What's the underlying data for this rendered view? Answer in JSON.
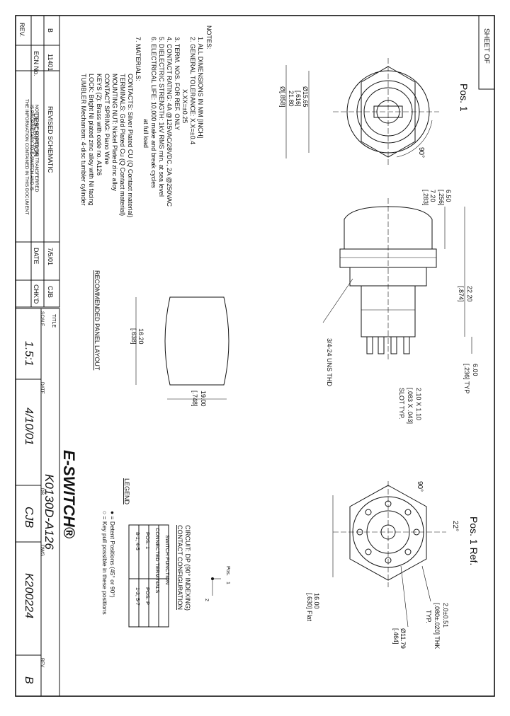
{
  "sheet": {
    "label": "SHEET OF"
  },
  "notes": {
    "heading": "NOTES:",
    "lines": [
      "1. ALL DIMENSIONS IN MM [INCH]",
      "2. GENERAL TOLERANCE: X.X=±0.4",
      "X.XX=±0.25",
      "3. TERM. NOS. FOR REF. ONLY",
      "4. CONTACT RATING: 4A @125VAC/28VDC, 2A @250VAC",
      "5. DIELECTRIC STRENGTH: 1kV RMS min. at sea level",
      "6. ELECTRICAL LIFE: 10,000 make and break cycles",
      "at full load",
      "7. MATERIALS:",
      "CONTACTS: Silver Plated CU (Q Contact material)",
      "TERMINALS: Gold Plated Cu (Q Contact material)",
      "MOUNTING NUT: Nickel Plated zinc alloy",
      "CONTACT SPRING: Piano Wire",
      "KEYS (2): Brass with code no. A126",
      "LOCK: Bright Ni plated zinc alloy with Ni facing",
      "TUMBLER Mechanism: 4-disc tumbler cylinder"
    ]
  },
  "revision": {
    "header": {
      "rev": "REV.",
      "ecn": "ECN No.",
      "desc": "DESCRIPTION",
      "date": "DATE",
      "chkd": "CHK'D"
    },
    "row": {
      "rev": "B",
      "ecn": "11401",
      "desc": "REVISED SCHEMATIC",
      "date": "7/5/01",
      "chkd": "CJB"
    }
  },
  "confidential": [
    "THE INFORMATION CONTAINED IN THIS DOCUMENT",
    "IS PROPRIETARY TO E-SWITCH AND IS",
    "NOT TO BE COPIED OR TRANSFERRED"
  ],
  "title_block": {
    "title_label": "TITLE",
    "title": "K0130D-A126",
    "scale_label": "SCALE",
    "scale": "1.5:1",
    "date_label": "DATE",
    "date": "4/10/01",
    "dr_label": "DR",
    "dr": "CJB",
    "dwg_label": "DWG",
    "dwg": "K200224",
    "rev_label": "REV",
    "rev": "B",
    "logo": "E-SWITCH®"
  },
  "front_view": {
    "label": "Pos. 1",
    "dia1": "Ø15.65",
    "dia1_in": "[.616]",
    "dia2": "21.80",
    "dia2_in": "Ø[.858]",
    "angle": "90°"
  },
  "side_view": {
    "d1": "6.50",
    "d1_in": "[.256]",
    "d2": "7.20",
    "d2_in": "[.283]",
    "d3": "22.20",
    "d3_in": "[.874]",
    "d4": "6.00",
    "d4_in": "[.236] TYP",
    "thread": "3/4-24 UNS THD",
    "slot": "2.10 X 1.10",
    "slot_in": "[.083 X .043]",
    "slot_typ": "SLOT TYP."
  },
  "panel": {
    "heading": "RECOMMENDED PANEL LAYOUT",
    "h": "16.20",
    "h_in": "[.638]",
    "w": "19.00",
    "w_in": "[.748]"
  },
  "rear_view": {
    "label": "Pos. 1 Ref.",
    "angle1": "90°",
    "angle2": "22°",
    "thk": "2.0±0.51",
    "thk_in": "[.080±.020] THK",
    "thk_typ": "TYP.",
    "dia": "Ø11.79",
    "dia_in": "[.464]",
    "flat": "16.00",
    "flat_in": "[.630] Flat"
  },
  "circuit": {
    "heading": "CIRCUIT: DP (90° INDEXING)",
    "sub": "CONTACT CONFIGURATION",
    "col1": "SWITCH FUNCTION",
    "col2": "CONNECTED TERMINALS",
    "rows": [
      {
        "a": "POS. 1",
        "b": "POS. P"
      },
      {
        "a": "8-1, 4-5",
        "b": "1-3, 5-7"
      }
    ],
    "pos_label": "Pos.",
    "pos1": "1",
    "pos2": "2"
  },
  "legend": {
    "heading": "LEGEND",
    "items": [
      "● = Detent Positions (45° or 90°)",
      "○ = Key pull possible in these positions"
    ]
  }
}
